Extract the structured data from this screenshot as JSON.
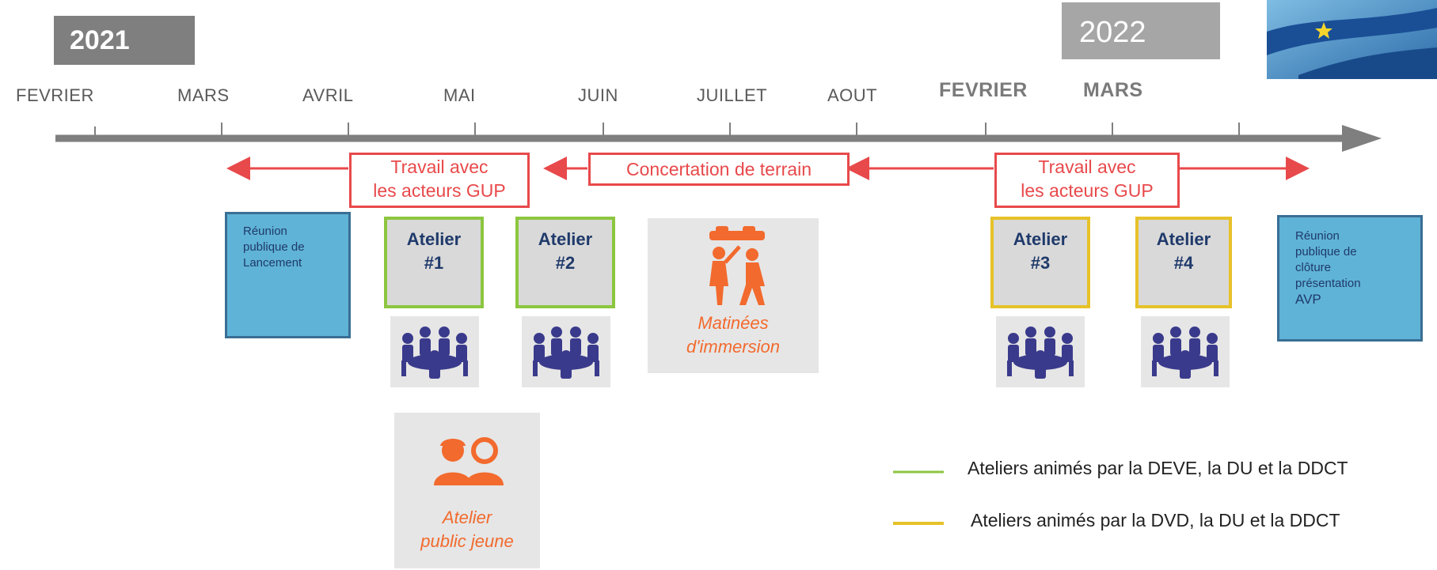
{
  "years": {
    "start": "2021",
    "end": "2022"
  },
  "months_2021": [
    "FEVRIER",
    "MARS",
    "AVRIL",
    "MAI",
    "JUIN",
    "JUILLET",
    "AOUT"
  ],
  "months_2022": [
    "FEVRIER",
    "MARS"
  ],
  "phases": {
    "work_left": [
      "Travail avec",
      "les acteurs GUP"
    ],
    "fieldwork": "Concertation de terrain",
    "work_right": [
      "Travail avec",
      "les acteurs GUP"
    ]
  },
  "meetings": {
    "launch": [
      "Réunion",
      "publique de",
      "Lancement"
    ],
    "closing": [
      "Réunion",
      "publique de",
      "clôture",
      "présentation",
      "AVP"
    ]
  },
  "workshops": [
    {
      "title": "Atelier",
      "number": "#1",
      "color": "green"
    },
    {
      "title": "Atelier",
      "number": "#2",
      "color": "green"
    },
    {
      "title": "Atelier",
      "number": "#3",
      "color": "yellow"
    },
    {
      "title": "Atelier",
      "number": "#4",
      "color": "yellow"
    }
  ],
  "immersion": [
    "Matinées",
    "d'immersion"
  ],
  "youth_workshop": [
    "Atelier",
    "public jeune"
  ],
  "legend": [
    {
      "text": "Ateliers animés par la DEVE, la DU et la DDCT",
      "color": "#8cc63f"
    },
    {
      "text": "Ateliers animés par la DVD, la DU et la DDCT",
      "color": "#e6c229"
    }
  ],
  "icons": {
    "group": "group-meeting-icon",
    "immersion": "people-walking-icon",
    "youth": "two-people-icon"
  },
  "colors": {
    "timeline": "#7f7f7f",
    "phase": "#e8494b",
    "accent": "#f26a2d",
    "navy": "#1f3a6b"
  }
}
